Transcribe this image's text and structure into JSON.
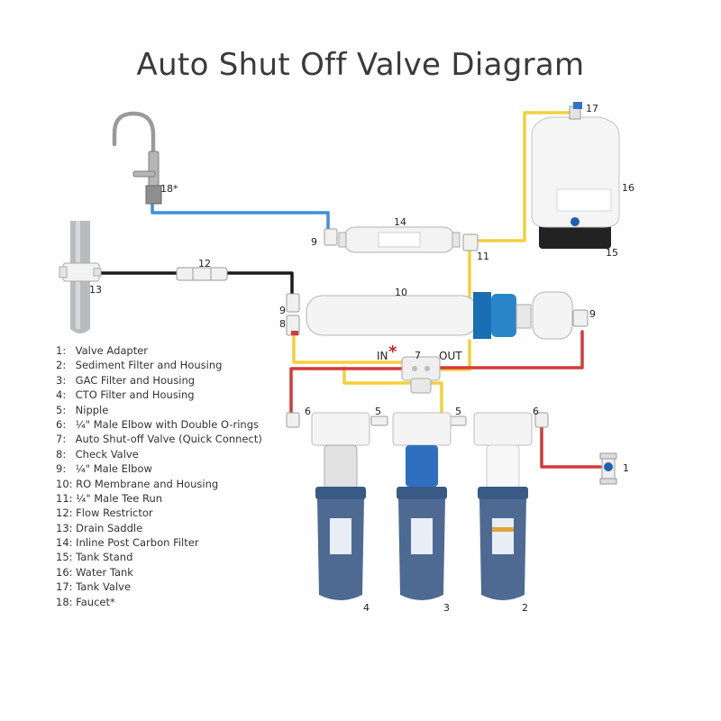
{
  "title": "Auto Shut Off Valve Diagram",
  "colors": {
    "line_black": "#1a1a1a",
    "line_blue": "#3b8fe0",
    "line_yellow": "#f2d03c",
    "line_red": "#d23b3b",
    "component_white": "#f3f3f3",
    "housing_blue": "#3f5d8a",
    "membrane_cap_blue": "#1a6fb4",
    "asterisk_red": "#c0262c"
  },
  "callouts": {
    "c1": "1",
    "c2": "2",
    "c3": "3",
    "c4": "4",
    "c5a": "5",
    "c5b": "5",
    "c6a": "6",
    "c6b": "6",
    "c7": "7",
    "c8": "8",
    "c9a": "9",
    "c9b": "9",
    "c9c": "9",
    "c10": "10",
    "c11": "11",
    "c12": "12",
    "c13": "13",
    "c14": "14",
    "c15": "15",
    "c16": "16",
    "c17": "17",
    "c18": "18*"
  },
  "valve_ports": {
    "in": "IN",
    "out": "OUT",
    "marker": "*"
  },
  "legend": [
    {
      "num": "1:",
      "text": "Valve Adapter"
    },
    {
      "num": "2:",
      "text": "Sediment Filter and Housing"
    },
    {
      "num": "3:",
      "text": "GAC Filter and Housing"
    },
    {
      "num": "4:",
      "text": "CTO Filter and Housing"
    },
    {
      "num": "5:",
      "text": "Nipple"
    },
    {
      "num": "6:",
      "text": "¼\" Male Elbow with Double O-rings"
    },
    {
      "num": "7:",
      "text": "Auto Shut-off Valve (Quick Connect)"
    },
    {
      "num": "8:",
      "text": "Check Valve"
    },
    {
      "num": "9:",
      "text": "¼\" Male Elbow"
    },
    {
      "num": "10:",
      "text": "RO Membrane and Housing"
    },
    {
      "num": "11:",
      "text": " ¼\" Male Tee Run"
    },
    {
      "num": "12:",
      "text": "Flow Restrictor"
    },
    {
      "num": "13:",
      "text": "Drain Saddle"
    },
    {
      "num": "14:",
      "text": "Inline Post Carbon Filter"
    },
    {
      "num": "15:",
      "text": "Tank Stand"
    },
    {
      "num": "16:",
      "text": "Water Tank"
    },
    {
      "num": "17:",
      "text": "Tank Valve"
    },
    {
      "num": "18:",
      "text": "Faucet*"
    }
  ]
}
